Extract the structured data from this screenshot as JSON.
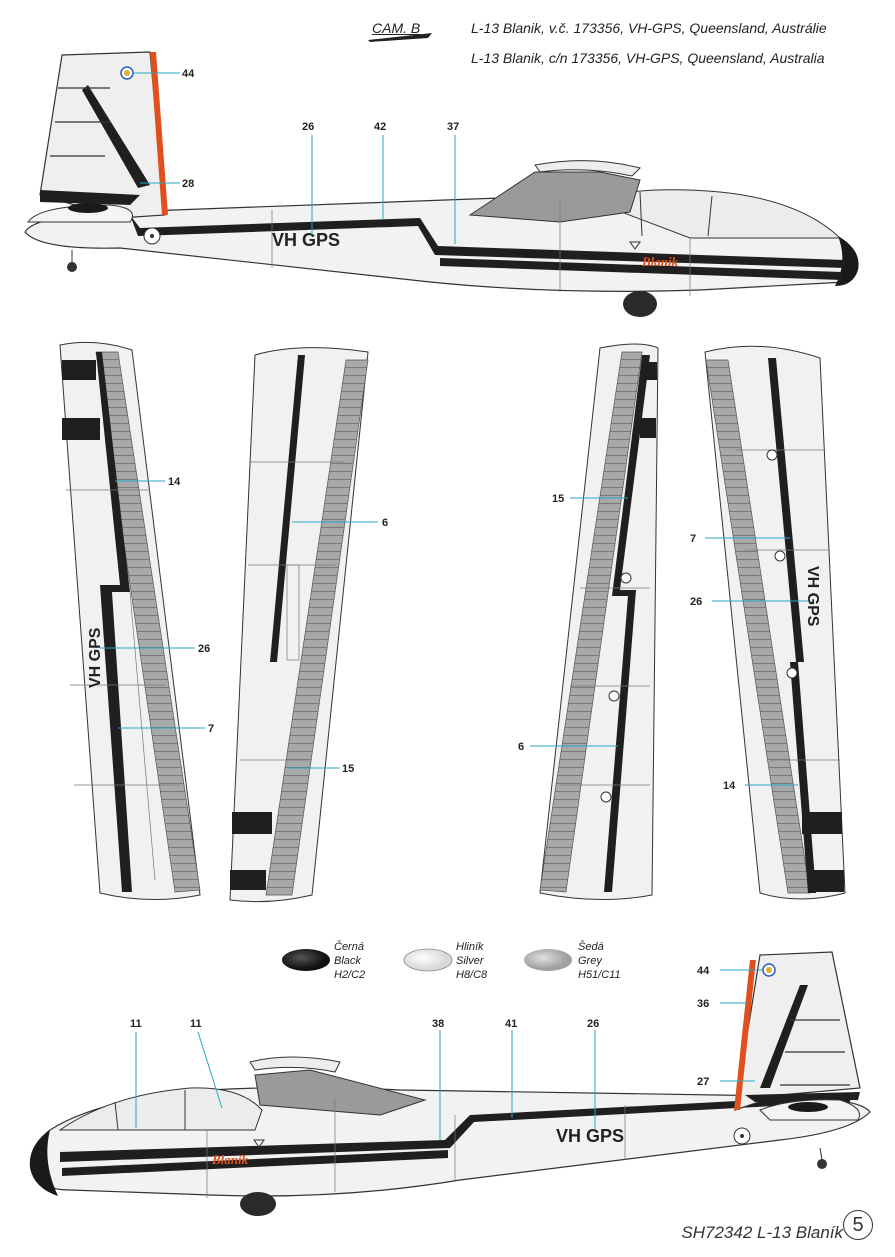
{
  "header": {
    "camo_label": "CAM. B",
    "title_cz": "L-13 Blanik, v.č. 173356, VH-GPS, Queensland, Austrálie",
    "title_en": "L-13 Blanik, c/n 173356, VH-GPS, Queensland, Australia"
  },
  "registration": "VH GPS",
  "logo_text": "Blanik",
  "callouts": {
    "top": [
      "44",
      "28",
      "26",
      "42",
      "37"
    ],
    "wing1": [
      "14",
      "26",
      "7"
    ],
    "wing2": [
      "6",
      "15"
    ],
    "wing3": [
      "15",
      "6"
    ],
    "wing4": [
      "7",
      "26",
      "14"
    ],
    "bottom": [
      "44",
      "36",
      "27",
      "11",
      "11",
      "38",
      "41",
      "26"
    ]
  },
  "paint_swatches": [
    {
      "name_cz": "Černá",
      "name_en": "Black",
      "codes": "H2/C2",
      "color": "#2a2a2a"
    },
    {
      "name_cz": "Hliník",
      "name_en": "Silver",
      "codes": "H8/C8",
      "color": "#f0f0f0"
    },
    {
      "name_cz": "Šedá",
      "name_en": "Grey",
      "codes": "H51/C11",
      "color": "#b9b9b9"
    }
  ],
  "footer": {
    "product": "SH72342 L-13 Blaník",
    "page_number": "5"
  }
}
